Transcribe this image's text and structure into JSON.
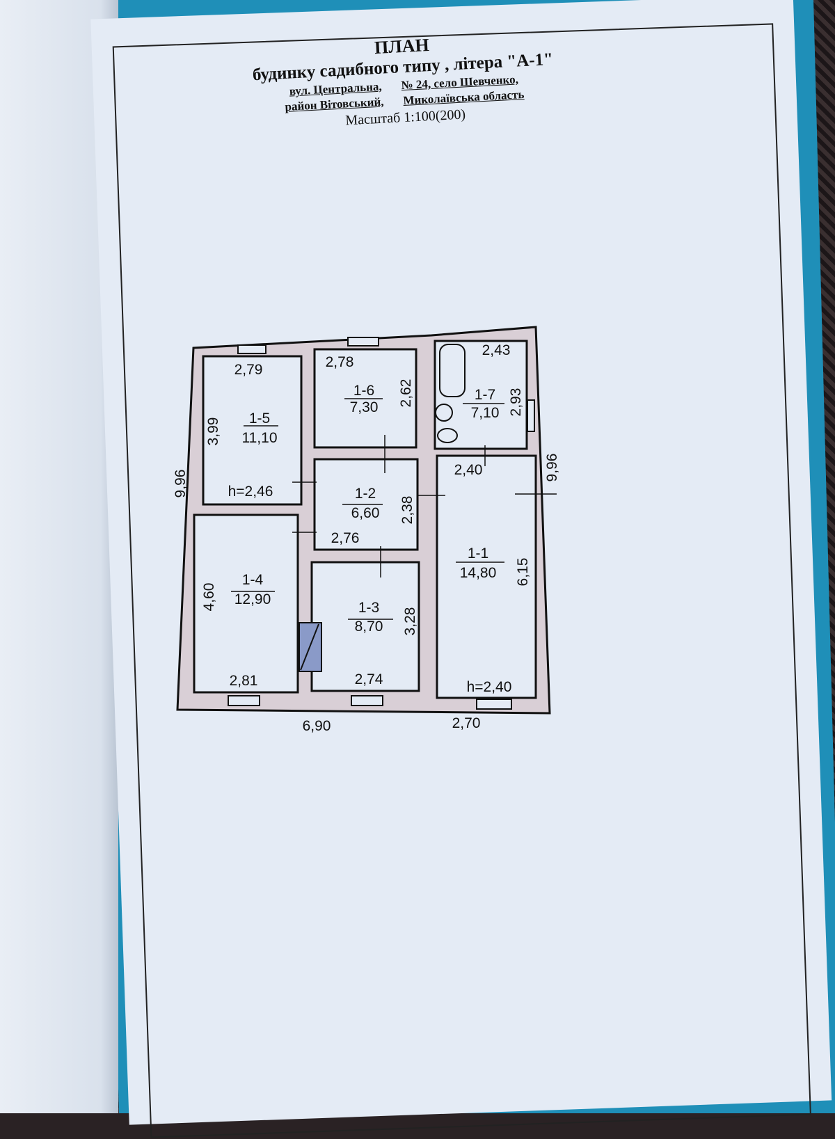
{
  "document": {
    "title": "ПЛАН",
    "subtitle": "будинку садибного типу , літера \"А-1\"",
    "address_line1_street": "вул. Центральна,",
    "address_line1_rest": "№ 24, село Шевченко,",
    "address_line2_district": "район Вітовський,",
    "address_line2_region": "Миколаївська область",
    "scale": "Масштаб 1:100(200)"
  },
  "plan": {
    "overall": {
      "width_left": "6,90",
      "width_right": "2,70",
      "height_left": "9,96",
      "height_right": "9,96"
    },
    "rooms": [
      {
        "id": "1-1",
        "area": "14,80",
        "dims": [
          "2,40",
          "6,15"
        ],
        "height": "h=2,40"
      },
      {
        "id": "1-2",
        "area": "6,60",
        "dims": [
          "2,76",
          "2,38"
        ]
      },
      {
        "id": "1-3",
        "area": "8,70",
        "dims": [
          "2,74",
          "3,28"
        ]
      },
      {
        "id": "1-4",
        "area": "12,90",
        "dims": [
          "2,81",
          "4,60"
        ]
      },
      {
        "id": "1-5",
        "area": "11,10",
        "dims": [
          "2,79",
          "3,99"
        ],
        "height": "h=2,46"
      },
      {
        "id": "1-6",
        "area": "7,30",
        "dims": [
          "2,78",
          "2,62"
        ]
      },
      {
        "id": "1-7",
        "area": "7,10",
        "dims": [
          "2,43",
          "2,93"
        ]
      }
    ]
  },
  "colors": {
    "wall_fill": "#d9cfd6",
    "folder": "#1f8fb8",
    "paper": "#e4ebf5"
  }
}
